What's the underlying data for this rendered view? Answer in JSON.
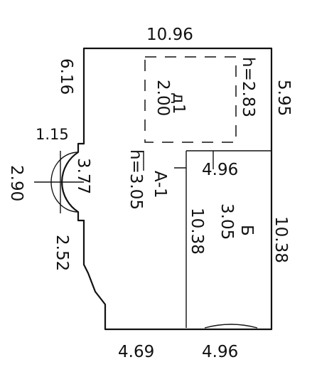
{
  "dimensions": {
    "top": "10.96",
    "left_upper": "6.16",
    "right_upper": "5.95",
    "bay_upper": "1.15",
    "bay_arc": "2.90",
    "bay_inner": "3.77",
    "left_lower": "2.52",
    "bottom_left": "4.69",
    "bottom_right": "4.96",
    "right_lower": "10.38"
  },
  "rooms": {
    "upper_label": "д1",
    "upper_area": "2.00",
    "upper_height": "h=2.83",
    "main_label": "А-1",
    "main_height": "h=3.05",
    "inner_width": "4.96",
    "right_label": "Б",
    "right_height": "3.05",
    "right_length": "10.38"
  }
}
